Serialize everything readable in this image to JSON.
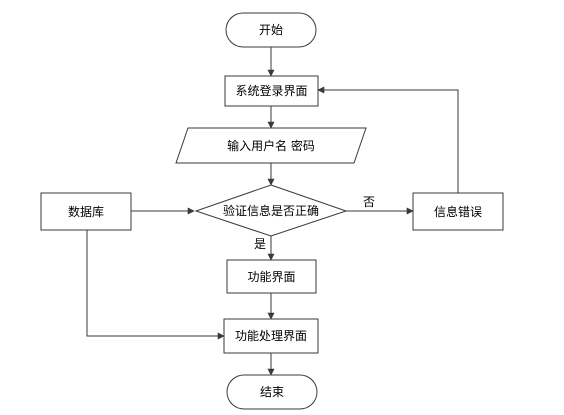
{
  "nodes": {
    "start": "开始",
    "login": "系统登录界面",
    "input": "输入用户名 密码",
    "verify": "验证信息是否正确",
    "database": "数据库",
    "error": "信息错误",
    "function": "功能界面",
    "processing": "功能处理界面",
    "end": "结束"
  },
  "edges": {
    "no_label": "否",
    "yes_label": "是"
  }
}
